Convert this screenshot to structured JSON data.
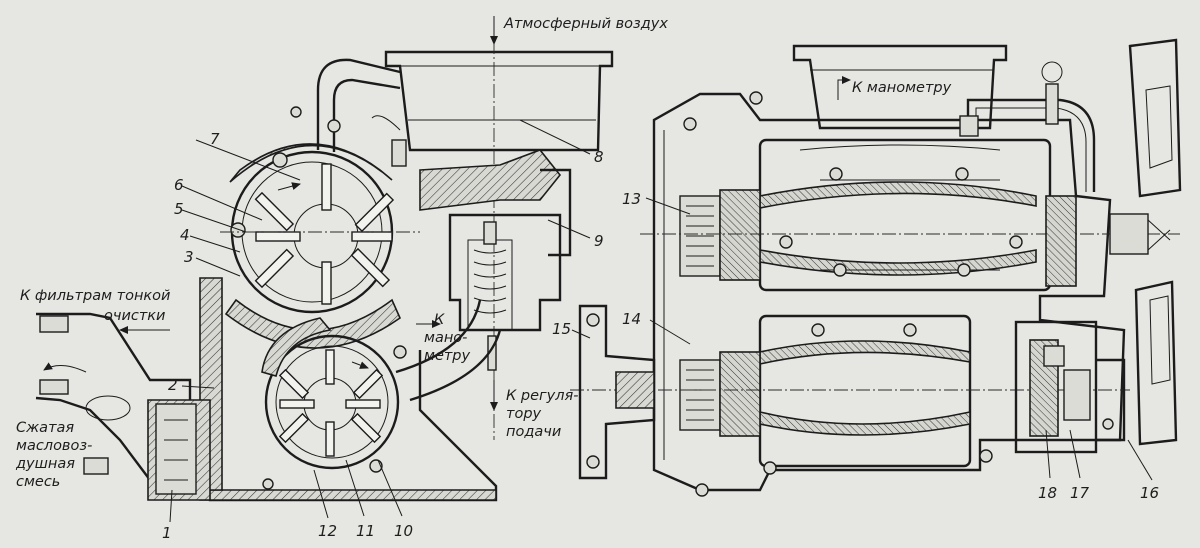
{
  "labels": {
    "air": "Атмосферный воздух",
    "manometer_right": "К манометру",
    "filters_line1": "К фильтрам тонкой",
    "filters_line2": "очистки",
    "mixture_line1": "Сжатая",
    "mixture_line2": "масловоз-",
    "mixture_line3": "душная",
    "mixture_line4": "смесь",
    "mano_line1": "К",
    "mano_line2": "мано-",
    "mano_line3": "метру",
    "reg_line1": "К регуля-",
    "reg_line2": "тору",
    "reg_line3": "подачи"
  },
  "callouts": {
    "n1": "1",
    "n2": "2",
    "n3": "3",
    "n4": "4",
    "n5": "5",
    "n6": "6",
    "n7": "7",
    "n8": "8",
    "n9": "9",
    "n10": "10",
    "n11": "11",
    "n12": "12",
    "n13": "13",
    "n14": "14",
    "n15": "15",
    "n16": "16",
    "n17": "17",
    "n18": "18"
  }
}
